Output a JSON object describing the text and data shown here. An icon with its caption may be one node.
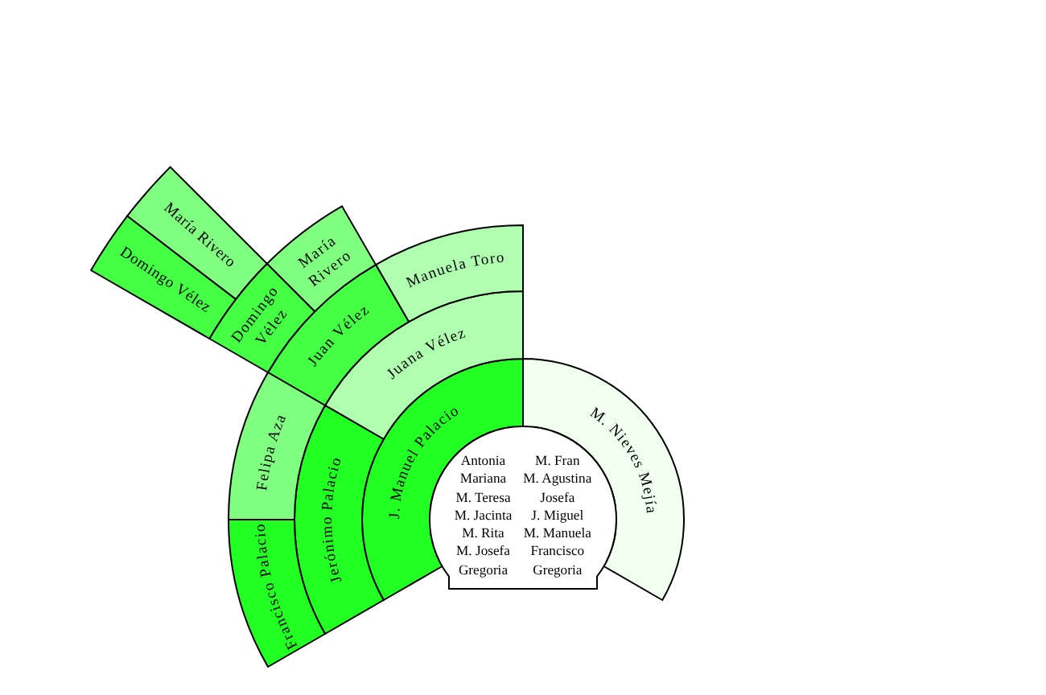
{
  "diagram": {
    "nodes": [
      {
        "text": [
          "Antonia",
          "M. Fran",
          "Mariana",
          "M. Agustina",
          "M. Teresa",
          "Josefa",
          "M. Jacinta",
          "J. Miguel",
          "M. Rita",
          "M. Manuela",
          "M. Josefa",
          "Francisco",
          "Gregoria",
          "Gregoria"
        ]
      },
      {
        "text": [
          "J. Manuel Palacio"
        ]
      },
      {
        "text": [
          "M. Nieves Mejía"
        ]
      },
      {
        "text": [
          "Juana Vélez"
        ]
      },
      {
        "text": [
          "Jerónimo Palacio"
        ]
      },
      {
        "text": [
          "Manuela Toro"
        ]
      },
      {
        "text": [
          "Juan Vélez"
        ]
      },
      {
        "text": [
          "Felipa Aza"
        ]
      },
      {
        "text": [
          "Francisco Palacio"
        ]
      },
      {
        "text": [
          "María Rivero"
        ]
      },
      {
        "text": [
          "Domingo Vélez"
        ]
      },
      {
        "text": [
          "María Rivero"
        ]
      },
      {
        "text": [
          "Domingo Vélez"
        ]
      }
    ]
  }
}
